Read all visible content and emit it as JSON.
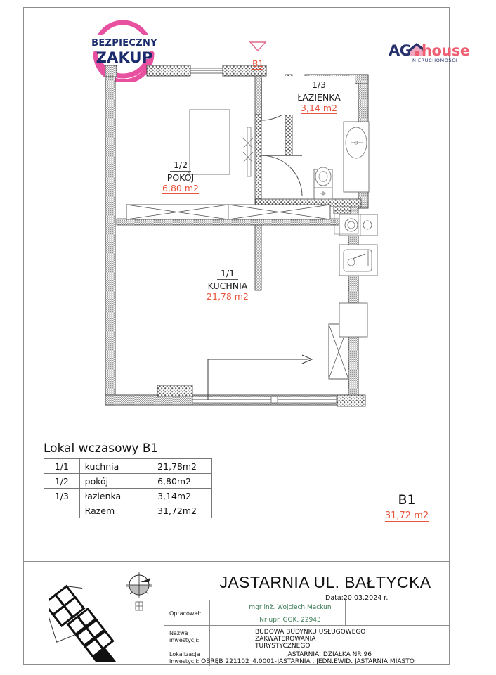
{
  "badge": {
    "line1": "BEZPIECZNY",
    "line2": "ZAKUP",
    "name": "bezpieczny-zakup-badge"
  },
  "logo": {
    "part1": "AG",
    "part2": "house",
    "subtitle": "NIERUCHOMOŚCI"
  },
  "plan": {
    "entry_marker": "B1",
    "rooms": [
      {
        "code": "1/1",
        "name": "KUCHNIA",
        "area": "21,78 m2"
      },
      {
        "code": "1/2",
        "name": "POKÓJ",
        "area": "6,80 m2"
      },
      {
        "code": "1/3",
        "name": "ŁAZIENKA",
        "area": "3,14 m2"
      }
    ]
  },
  "table": {
    "title": "Lokal wczasowy B1",
    "rows": [
      {
        "code": "1/1",
        "name": "kuchnia",
        "area": "21,78m2"
      },
      {
        "code": "1/2",
        "name": "pokój",
        "area": "6,80m2"
      },
      {
        "code": "1/3",
        "name": "łazienka",
        "area": "3,14m2"
      },
      {
        "code": "",
        "name": "Razem",
        "area": "31,72m2"
      }
    ]
  },
  "unit": {
    "label": "B1",
    "area": "31,72 m2"
  },
  "titleblock": {
    "title": "JASTARNIA UL. BAŁTYCKA",
    "date": "Data:20.03.2024 r.",
    "author_label": "Opracował:",
    "author_name": "mgr inż. Wojciech Mackun",
    "author_license": "Nr upr. GGK. 22943",
    "investment_label_1": "Nazwa",
    "investment_label_2": "inwestycji:",
    "investment_line1": "BUDOWA   BUDYNKU   USŁUGOWEGO",
    "investment_line2": "ZAKWATEROWANIA",
    "investment_line3": "TURYSTYCZNEGO",
    "location_label_1": "Lokalizacja",
    "location_label_2": "inwestycji:",
    "location_line1": "JASTARNIA, DZIAŁKA NR 96",
    "location_line2": "OBRĘB 221102_4.0001-JASTARNIA , JEDN.EWID. JASTARNIA MIASTO"
  },
  "colors": {
    "accent_red": "#e8543c",
    "badge_pink": "#e8519f",
    "badge_navy": "#1b2a6b",
    "logo_coral": "#ef5f72",
    "green_text": "#3b7a55",
    "frame": "#8c8c8c"
  }
}
